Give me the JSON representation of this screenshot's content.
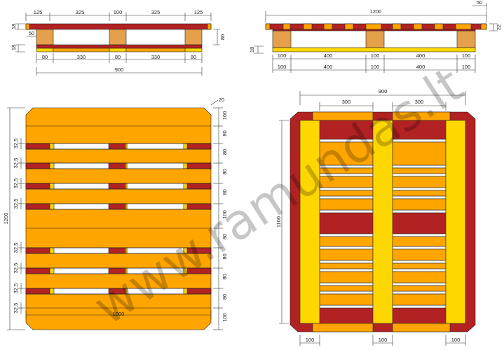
{
  "colors": {
    "orange": "#FFA500",
    "red": "#B22222",
    "yellow": "#FFD700",
    "tan": "#E4A04A",
    "gap": "#FFFFFF",
    "outline": "#222222"
  },
  "watermark": "www.ramundas.lt",
  "top_left_view": {
    "top_dims": [
      "125",
      "325",
      "100",
      "325",
      "125"
    ],
    "bottom_dims": [
      "80",
      "330",
      "80",
      "330",
      "80"
    ],
    "total": "900",
    "left_dims": [
      "18",
      "18"
    ],
    "block_width": "50",
    "right_height": "80"
  },
  "top_right_view": {
    "total": "1200",
    "dims_row1": [
      "100",
      "400",
      "100",
      "400",
      "100"
    ],
    "dims_row2": [
      "100",
      "400",
      "100",
      "400",
      "100"
    ],
    "corner": "50",
    "right_height": "22",
    "left_height": "18"
  },
  "bottom_left_view": {
    "corner": "20",
    "height": "1200",
    "width": "1000",
    "right_dims": [
      "100",
      "80",
      "80",
      "80",
      "80",
      "100",
      "80",
      "80",
      "80",
      "80",
      "100"
    ],
    "left_dims": [
      "32,5",
      "32,5",
      "32,5",
      "32,5",
      "32,5",
      "32,5",
      "32,5",
      "32,5"
    ]
  },
  "bottom_right_view": {
    "width": "900",
    "top_dims": [
      "300",
      "300"
    ],
    "height": "1100",
    "bottom_dims": [
      "100",
      "100",
      "100"
    ]
  }
}
